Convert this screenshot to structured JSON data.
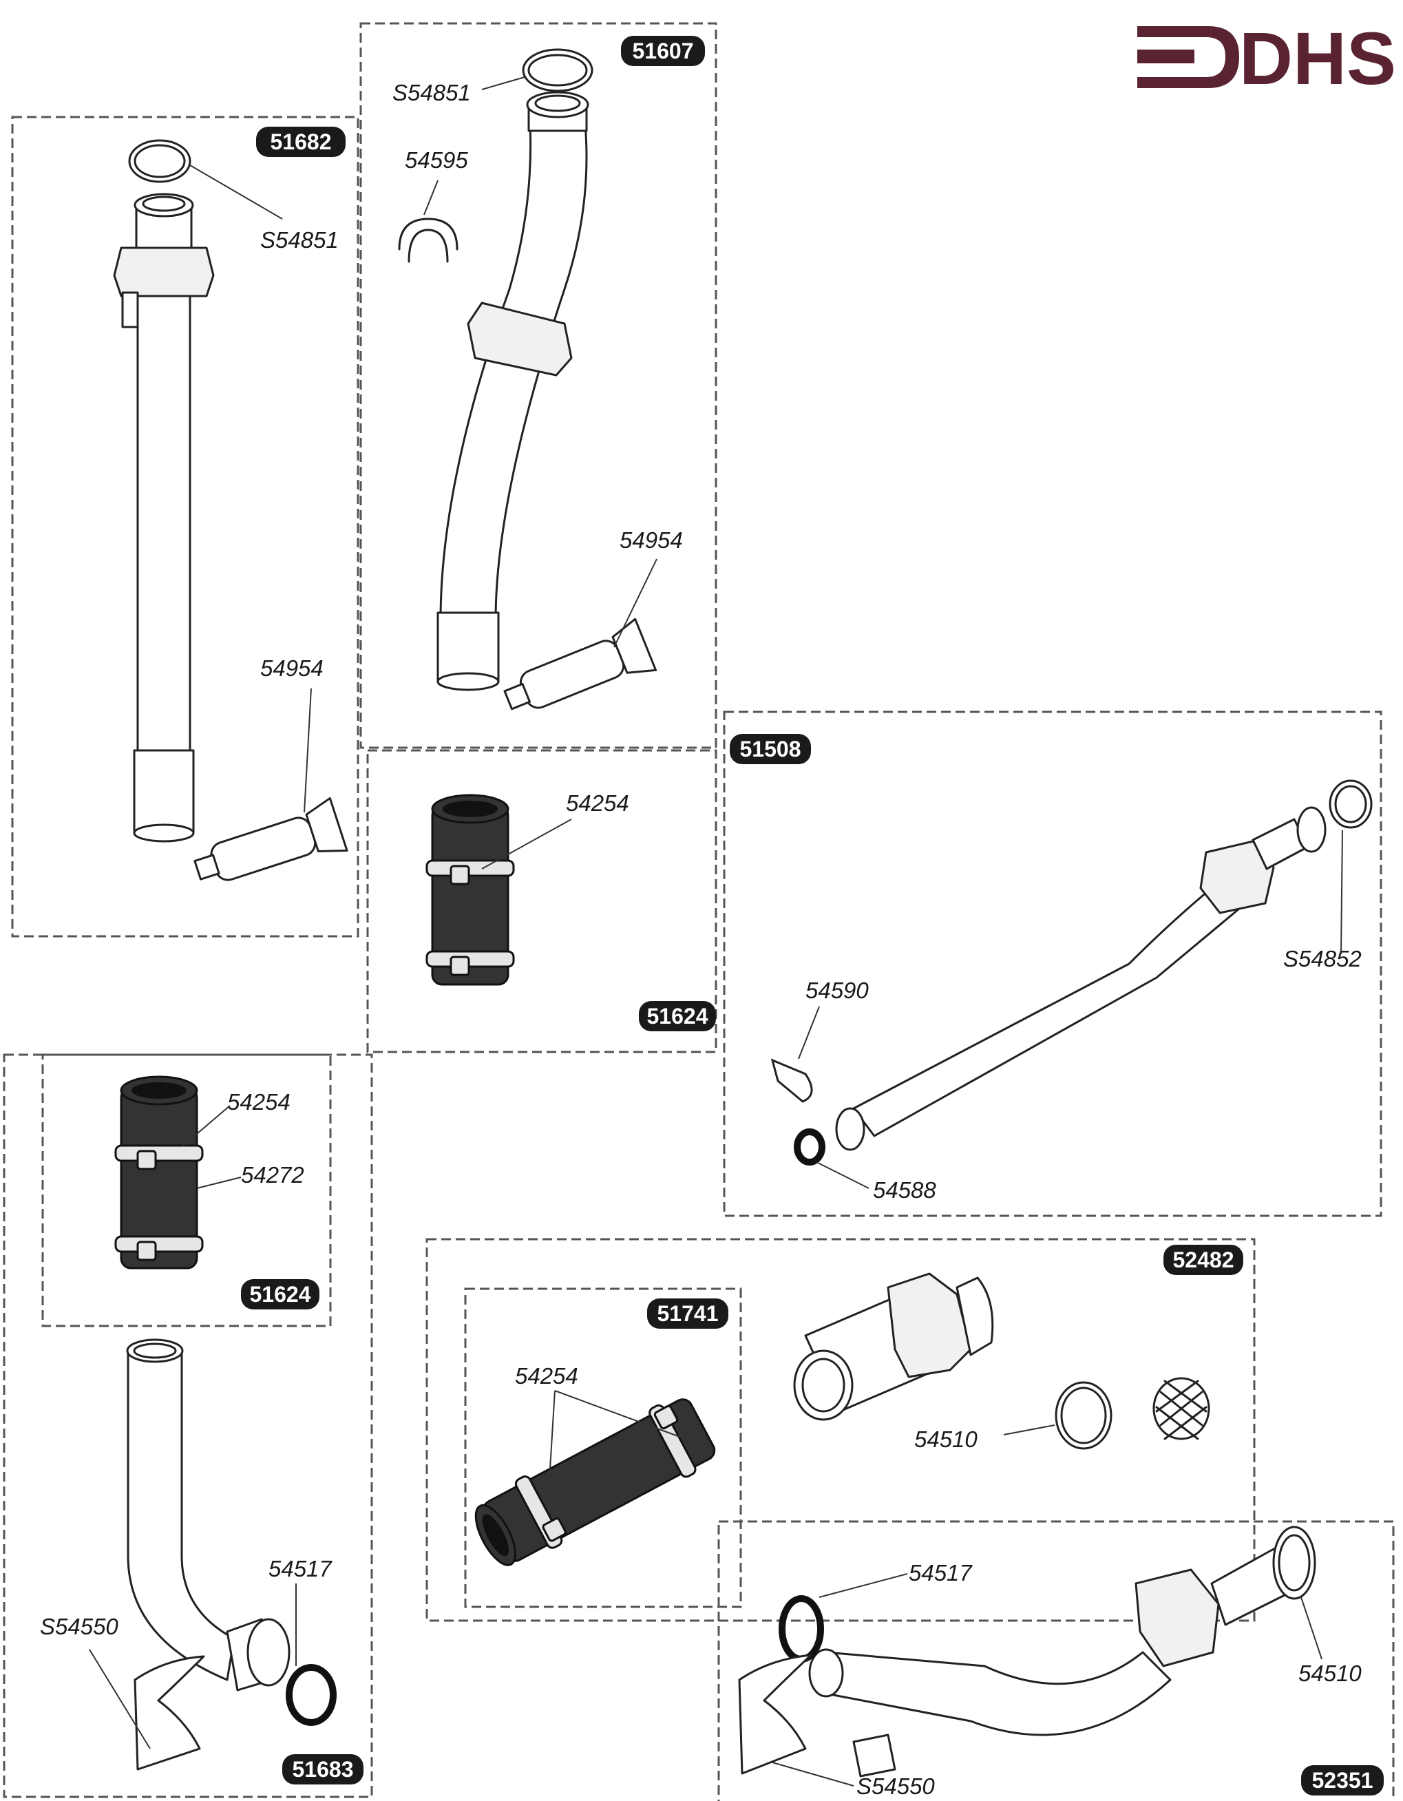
{
  "brand": {
    "logo_text": "DHS",
    "color": "#5a2331"
  },
  "kits": [
    {
      "id": "51682",
      "callouts": [
        "S54851",
        "54954"
      ]
    },
    {
      "id": "51607",
      "callouts": [
        "S54851",
        "54595",
        "54954"
      ]
    },
    {
      "id": "51624",
      "callouts": [
        "54254"
      ]
    },
    {
      "id": "51508",
      "callouts": [
        "S54852",
        "54590",
        "54588"
      ]
    },
    {
      "id": "51624",
      "callouts": [
        "54254",
        "54272"
      ]
    },
    {
      "id": "51683",
      "callouts": [
        "54517",
        "S54550"
      ]
    },
    {
      "id": "52482",
      "callouts": [
        "54510"
      ]
    },
    {
      "id": "51741",
      "callouts": [
        "54254"
      ]
    },
    {
      "id": "52351",
      "callouts": [
        "54517",
        "54510",
        "S54550"
      ]
    }
  ]
}
